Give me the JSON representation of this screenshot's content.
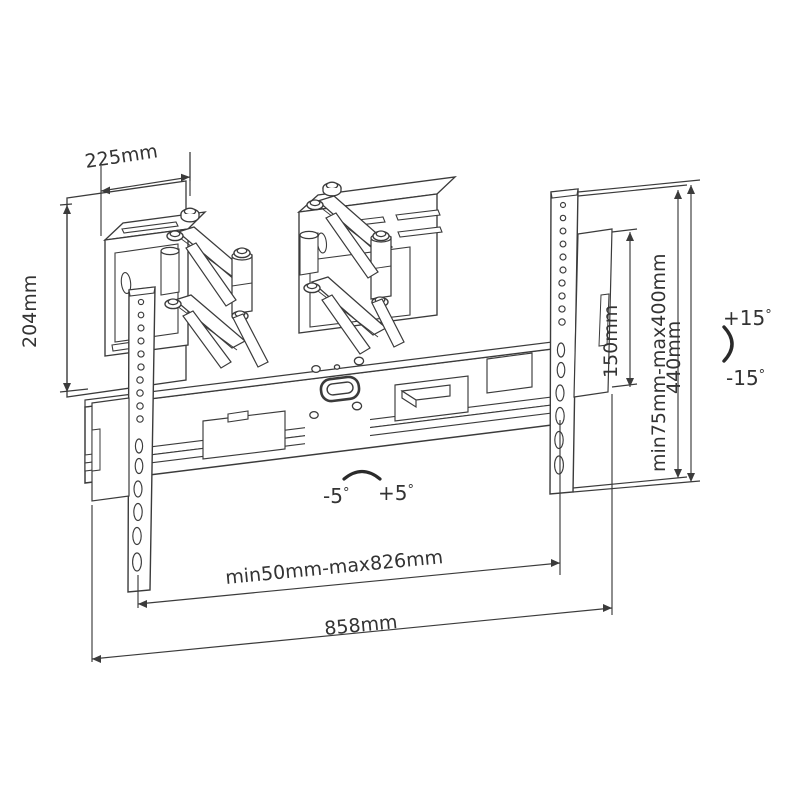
{
  "drawing": {
    "title": "TV wall mount articulating bracket technical line drawing",
    "background_color": "#ffffff",
    "line_color": "#3b3b3b",
    "text_color": "#333333",
    "dimensions": {
      "depth_top": "225mm",
      "height_wall_plate": "204mm",
      "vesa_height": "150mm",
      "vertical_range": "min75mm-max400mm",
      "rail_height": "440mm",
      "extension_range": "min50mm-max826mm",
      "total_width": "858mm"
    },
    "angles": {
      "swivel_negative": "-5",
      "swivel_positive": "+5",
      "tilt_positive": "+15",
      "tilt_negative": "-15",
      "degree_symbol": "°"
    },
    "icons": {
      "swivel_arc": "arc-up-icon",
      "tilt_arc": "arc-right-icon"
    }
  }
}
